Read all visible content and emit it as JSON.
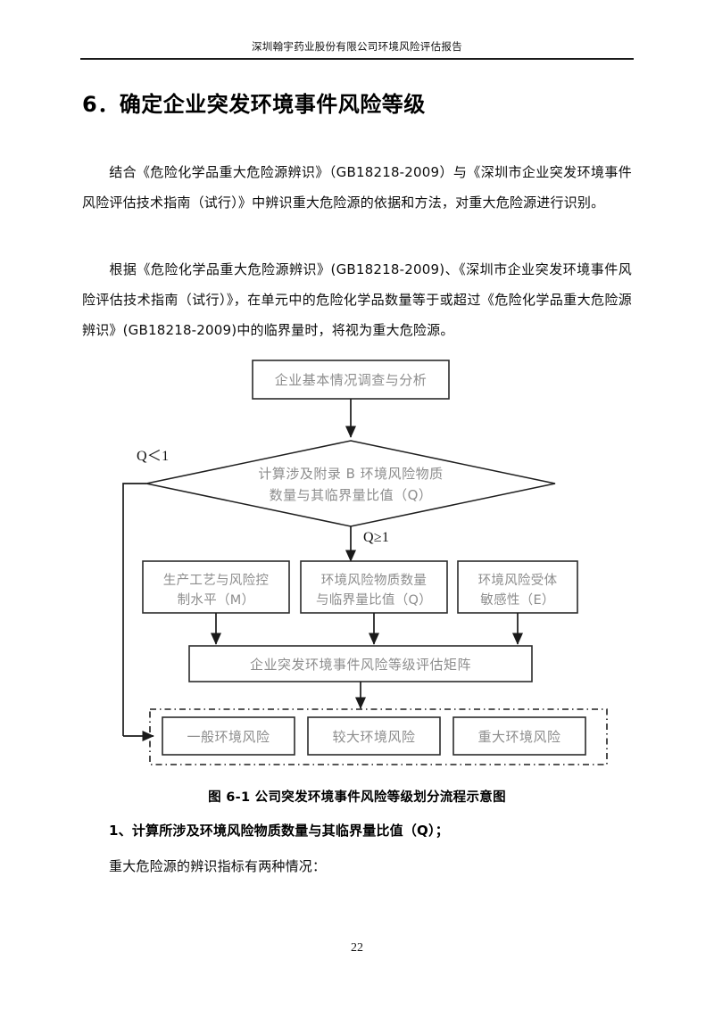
{
  "document": {
    "running_header": "深圳翰宇药业股份有限公司环境风险评估报告",
    "page_number": "22"
  },
  "section": {
    "title": "6．确定企业突发环境事件风险等级"
  },
  "paragraphs": {
    "p1": "结合《危险化学品重大危险源辨识》（GB18218-2009）与《深圳市企业突发环境事件风险评估技术指南（试行）》中辨识重大危险源的依据和方法，对重大危险源进行识别。",
    "p2": "根据《危险化学品重大危险源辨识》(GB18218-2009)、《深圳市企业突发环境事件风险评估技术指南（试行）》，在单元中的危险化学品数量等于或超过《危险化学品重大危险源辨识》(GB18218-2009)中的临界量时，将视为重大危险源。"
  },
  "flowchart": {
    "start_box": "企业基本情况调查与分析",
    "decision": {
      "line1": "计算涉及附录 B 环境风险物质",
      "line2": "数量与其临界量比值（Q）"
    },
    "edge_labels": {
      "no_branch": "Q＜1",
      "yes_branch": "Q≥1"
    },
    "factor_boxes": [
      {
        "line1": "生产工艺与风险控",
        "line2": "制水平（M）"
      },
      {
        "line1": "环境风险物质数量",
        "line2": "与临界量比值（Q）"
      },
      {
        "line1": "环境风险受体",
        "line2": "敏感性（E）"
      }
    ],
    "matrix_box": "企业突发环境事件风险等级评估矩阵",
    "result_boxes": [
      "一般环境风险",
      "较大环境风险",
      "重大环境风险"
    ]
  },
  "caption": "图 6-1 公司突发环境事件风险等级划分流程示意图",
  "lead_heading": "1、计算所涉及环境风险物质数量与其临界量比值（Q）；",
  "lead_text": "重大危险源的辨识指标有两种情况："
}
